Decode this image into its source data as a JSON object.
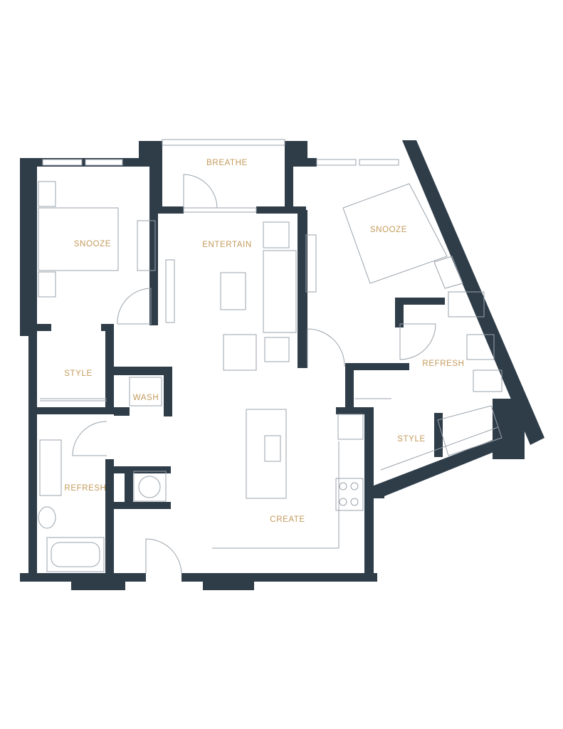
{
  "floorplan": {
    "rooms": {
      "breathe": "BREATHE",
      "snooze_left": "SNOOZE",
      "entertain": "ENTERTAIN",
      "snooze_right": "SNOOZE",
      "style_left": "STYLE",
      "wash": "WASH",
      "refresh_right": "REFRESH",
      "style_right": "STYLE",
      "refresh_left": "REFRESH",
      "create": "CREATE"
    },
    "colors": {
      "wall": "#2f3d49",
      "label": "#c39b5c",
      "fixture": "#9aa3ac"
    }
  }
}
